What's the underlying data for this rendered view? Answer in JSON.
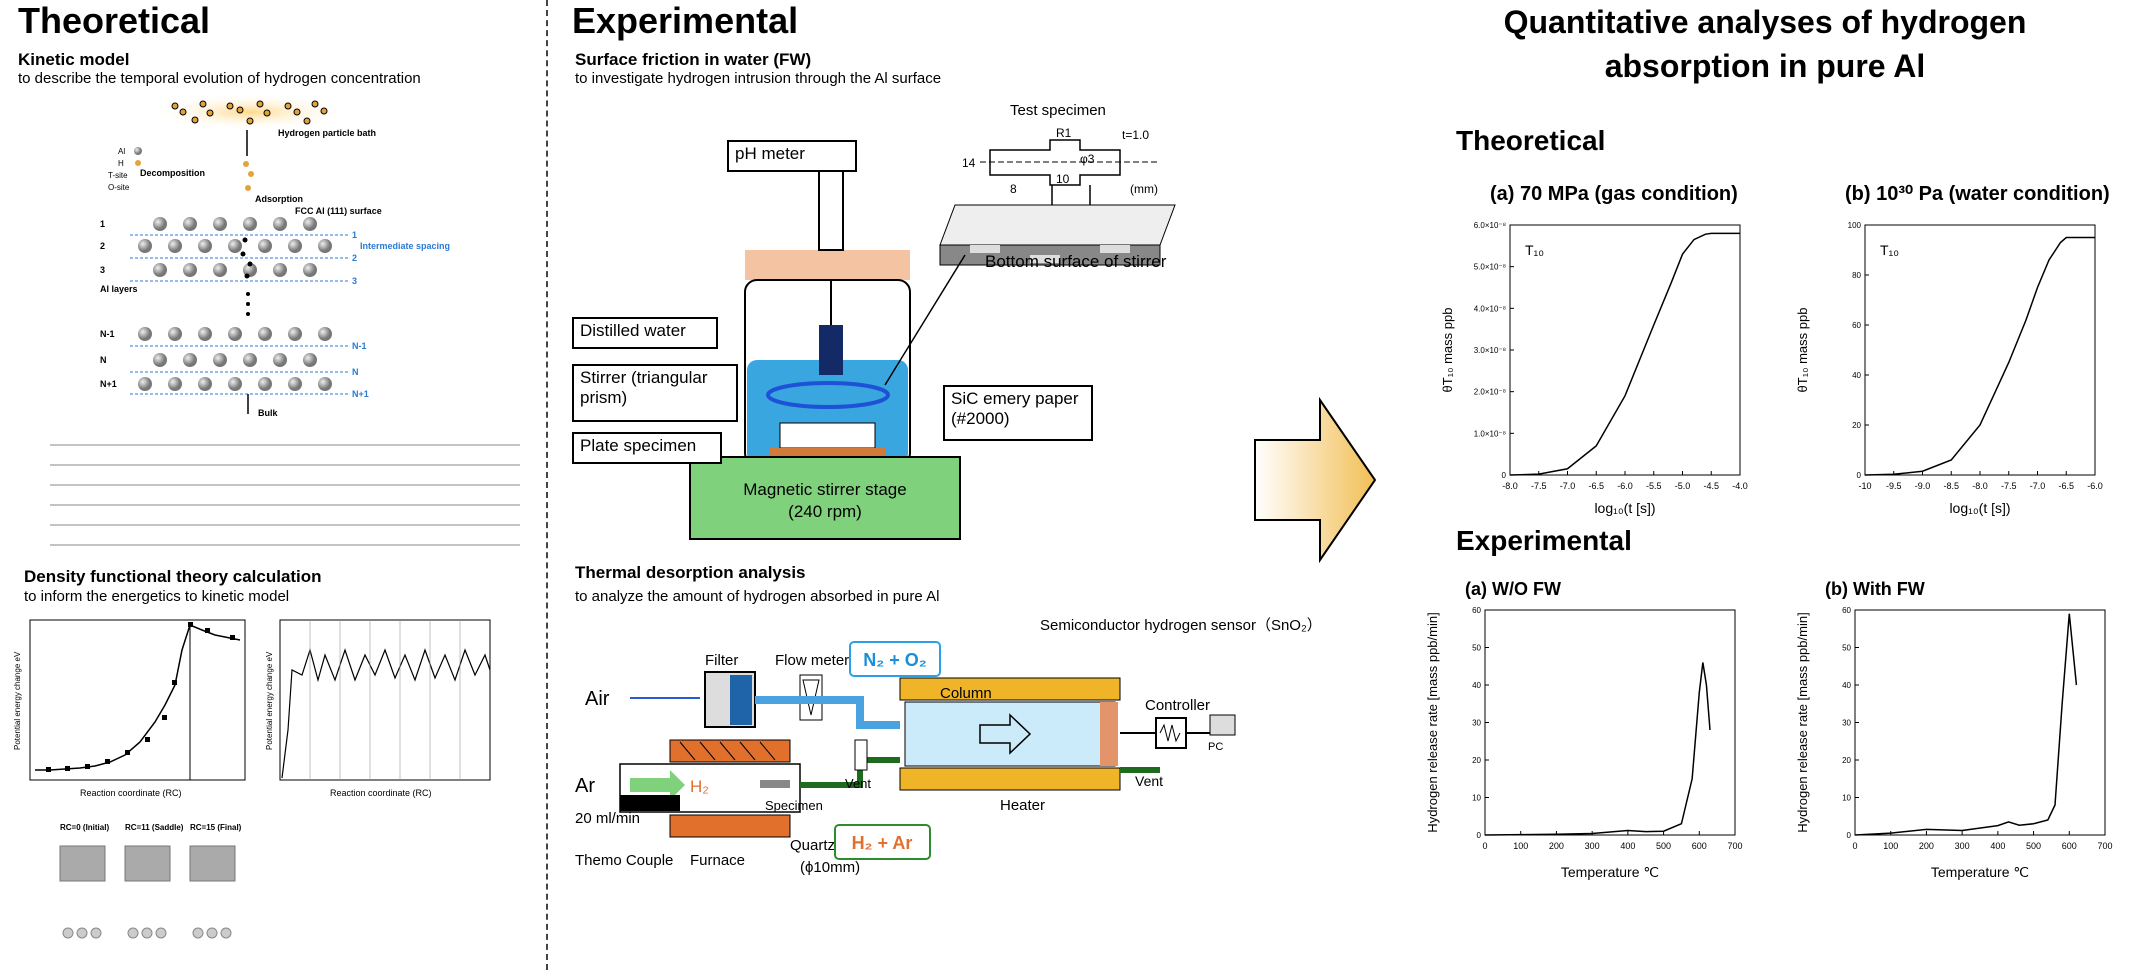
{
  "theoretical": {
    "title": "Theoretical",
    "kinetic_title": "Kinetic model",
    "kinetic_desc": "to describe the temporal evolution of hydrogen concentration",
    "hydrogen_bath": "Hydrogen particle bath",
    "decomposition": "Decomposition",
    "adsorption": "Adsorption",
    "fcc_surface": "FCC Al (111) surface",
    "intermediate": "Intermediate spacing",
    "al_layers": "Al layers",
    "bulk": "Bulk",
    "legend": [
      "Al",
      "H",
      "T-site",
      "O-site"
    ],
    "layer_labels": [
      "1",
      "2",
      "3",
      "N-1",
      "N",
      "N+1"
    ],
    "dft_title": "Density functional theory calculation",
    "dft_desc": "to inform the energetics to kinetic model",
    "dft_xlabel": "Reaction coordinate (RC)",
    "dft_ylabel": "Potential energy change eV",
    "rc_labels": [
      "RC=0 (Initial)",
      "RC=11 (Saddle)",
      "RC=15 (Final)"
    ]
  },
  "experimental": {
    "title": "Experimental",
    "fw_title": "Surface friction in water (FW)",
    "fw_desc": "to investigate hydrogen intrusion through the Al surface",
    "ph_meter": "pH meter",
    "distilled_water": "Distilled water",
    "stirrer": "Stirrer (triangular prism)",
    "plate_specimen": "Plate specimen",
    "sic_paper": "SiC emery paper (#2000)",
    "magnetic_stage": "Magnetic stirrer stage",
    "rpm": "(240 rpm)",
    "test_specimen": "Test specimen",
    "bottom_surface": "Bottom surface of stirrer",
    "dims": [
      "R1",
      "t=1.0",
      "14",
      "8",
      "10",
      "φ3",
      "(mm)"
    ],
    "tda_title": "Thermal desorption analysis",
    "tda_desc": "to analyze the amount of hydrogen absorbed in pure Al",
    "air": "Air",
    "ar": "Ar",
    "flow_rate": "20 ml/min",
    "filter": "Filter",
    "flow_meter": "Flow meter",
    "n2o2": "N₂ + O₂",
    "h2ar": "H₂ + Ar",
    "h2": "H₂",
    "column": "Column",
    "heater": "Heater",
    "sensor": "Semiconductor hydrogen sensor（SnO₂）",
    "controller": "Controller",
    "pc": "PC",
    "vent": "Vent",
    "specimen": "Specimen",
    "furnace": "Furnace",
    "thermo_couple": "Themo Couple",
    "quartz_tube": "Quartz tube",
    "quartz_dim": "(ϕ10mm)"
  },
  "right": {
    "title_line1": "Quantitative analyses of hydrogen",
    "title_line2": "absorption in pure Al",
    "theoretical": "Theoretical",
    "experimental": "Experimental"
  },
  "chart_data": [
    {
      "type": "line",
      "title": "(a) 70 MPa (gas condition)",
      "annotation": "T₁₀",
      "xlabel": "log₁₀(t [s])",
      "ylabel": "θT₁₀ mass ppb",
      "xlim": [
        -8.0,
        -4.0
      ],
      "ylim": [
        0,
        6e-08
      ],
      "xticks": [
        "-8.0",
        "-7.5",
        "-7.0",
        "-6.5",
        "-6.0",
        "-5.5",
        "-5.0",
        "-4.5",
        "-4.0"
      ],
      "yticks": [
        "0",
        "1.0×10⁻⁸",
        "2.0×10⁻⁸",
        "3.0×10⁻⁸",
        "4.0×10⁻⁸",
        "5.0×10⁻⁸",
        "6.0×10⁻⁸"
      ],
      "x": [
        -8.0,
        -7.5,
        -7.0,
        -6.5,
        -6.0,
        -5.5,
        -5.2,
        -5.0,
        -4.8,
        -4.6,
        -4.5,
        -4.0
      ],
      "y": [
        0,
        2e-10,
        1.5e-09,
        7e-09,
        1.9e-08,
        3.6e-08,
        4.6e-08,
        5.3e-08,
        5.65e-08,
        5.78e-08,
        5.8e-08,
        5.8e-08
      ]
    },
    {
      "type": "line",
      "title": "(b) 10³⁰ Pa (water condition)",
      "annotation": "T₁₀",
      "xlabel": "log₁₀(t [s])",
      "ylabel": "θT₁₀ mass ppb",
      "xlim": [
        -10,
        -6.0
      ],
      "ylim": [
        0,
        100
      ],
      "xticks": [
        "-10",
        "-9.5",
        "-9.0",
        "-8.5",
        "-8.0",
        "-7.5",
        "-7.0",
        "-6.5",
        "-6.0"
      ],
      "yticks": [
        "0",
        "20",
        "40",
        "60",
        "80",
        "100"
      ],
      "x": [
        -10,
        -9.5,
        -9.0,
        -8.5,
        -8.0,
        -7.5,
        -7.2,
        -7.0,
        -6.8,
        -6.6,
        -6.5,
        -6.0
      ],
      "y": [
        0,
        0.3,
        1.5,
        6,
        20,
        45,
        62,
        75,
        86,
        93,
        95,
        95
      ]
    },
    {
      "type": "line",
      "title": "(a) W/O FW",
      "xlabel": "Temperature ℃",
      "ylabel": "Hydrogen release rate [mass ppb/min]",
      "xlim": [
        0,
        700
      ],
      "ylim": [
        0,
        60
      ],
      "xticks": [
        "0",
        "100",
        "200",
        "300",
        "400",
        "500",
        "600",
        "700"
      ],
      "yticks": [
        "0",
        "10",
        "20",
        "30",
        "40",
        "50",
        "60"
      ],
      "x": [
        0,
        100,
        200,
        300,
        350,
        400,
        450,
        500,
        550,
        580,
        600,
        610,
        620,
        630
      ],
      "y": [
        0,
        0.1,
        0.2,
        0.4,
        0.8,
        1.2,
        0.9,
        1.0,
        3,
        15,
        38,
        46,
        40,
        28
      ]
    },
    {
      "type": "line",
      "title": "(b) With FW",
      "xlabel": "Temperature ℃",
      "ylabel": "Hydrogen release rate [mass ppb/min]",
      "xlim": [
        0,
        700
      ],
      "ylim": [
        0,
        60
      ],
      "xticks": [
        "0",
        "100",
        "200",
        "300",
        "400",
        "500",
        "600",
        "700"
      ],
      "yticks": [
        "0",
        "10",
        "20",
        "30",
        "40",
        "50",
        "60"
      ],
      "x": [
        0,
        100,
        200,
        300,
        400,
        430,
        460,
        500,
        540,
        560,
        580,
        600,
        620
      ],
      "y": [
        0,
        0.5,
        1.5,
        1.2,
        2.5,
        3.5,
        2.6,
        3,
        4,
        8,
        35,
        59,
        40
      ]
    }
  ]
}
